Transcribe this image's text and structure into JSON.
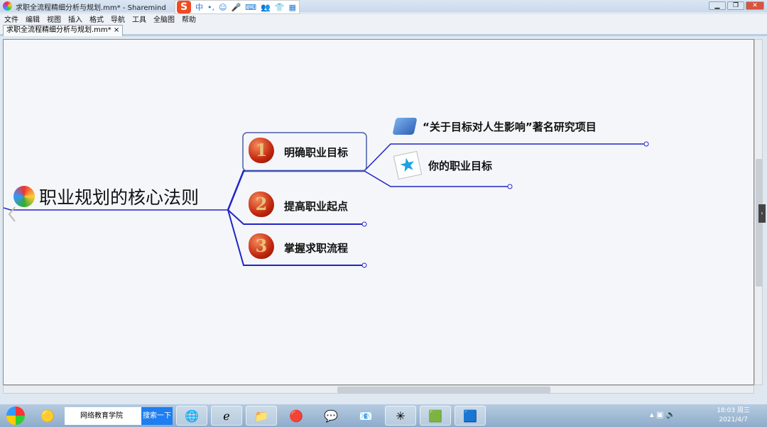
{
  "window": {
    "title": "求职全流程精细分析与规划.mm* - Sharemind",
    "ime": [
      "中",
      "•,",
      "☺",
      "🎤",
      "⌨",
      "👥",
      "👕",
      "▦"
    ],
    "ime_logo": "S"
  },
  "menu": [
    "文件",
    "编辑",
    "视图",
    "插入",
    "格式",
    "导航",
    "工具",
    "全脑图",
    "帮助"
  ],
  "tab": {
    "label": "求职全流程精细分析与规划.mm*",
    "close": "×"
  },
  "map": {
    "root": "职业规划的核心法则",
    "branches": [
      {
        "num": "1",
        "label": "明确职业目标",
        "children": [
          "“关于目标对人生影响”著名研究项目",
          "你的职业目标"
        ]
      },
      {
        "num": "2",
        "label": "提高职业起点"
      },
      {
        "num": "3",
        "label": "掌握求职流程"
      }
    ]
  },
  "taskbar": {
    "search_text": "网络教育学院",
    "search_button": "搜索一下",
    "time": "18:03 周三",
    "date": "2021/4/7"
  },
  "colors": {
    "line": "#2323c8",
    "accent": "#1e7ef2"
  }
}
